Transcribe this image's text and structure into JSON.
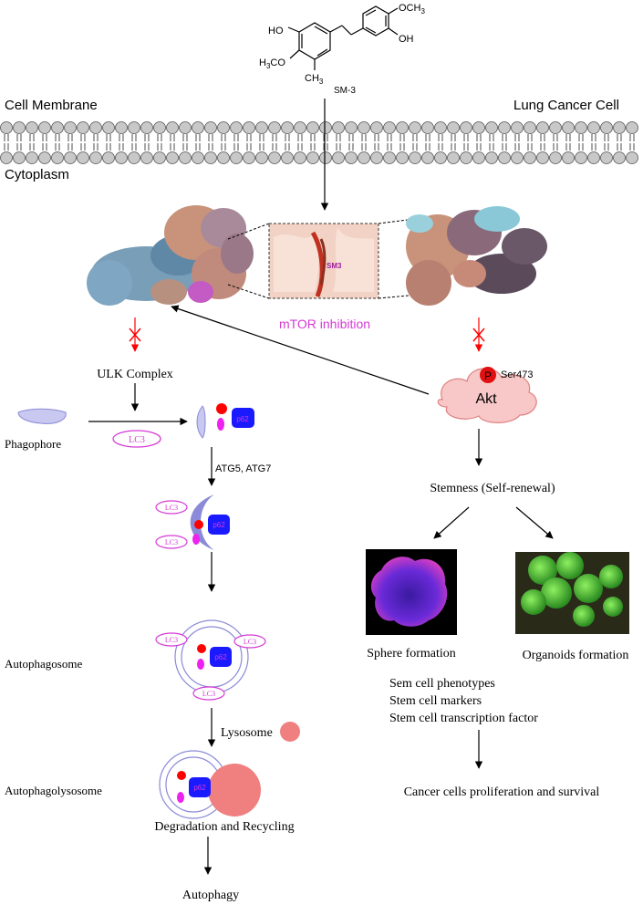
{
  "molecule": {
    "ho": "HO",
    "och3_top": "OCH",
    "oh": "OH",
    "h3co": "H",
    "ch3": "CH",
    "name": "SM-3"
  },
  "membrane": {
    "cell_membrane": "Cell Membrane",
    "lung_cancer_cell": "Lung Cancer Cell",
    "cytoplasm": "Cytoplasm"
  },
  "mtor": {
    "inset_label": "SM3",
    "inhibition": "mTOR inhibition"
  },
  "left_pathway": {
    "ulk_complex": "ULK Complex",
    "phagophore": "Phagophore",
    "lc3": "LC3",
    "p62": "p62",
    "atg": "ATG5, ATG7",
    "autophagosome": "Autophagosome",
    "lysosome": "Lysosome",
    "autophagolysosome": "Autophagolysosome",
    "degradation": "Degradation and Recycling",
    "autophagy": "Autophagy"
  },
  "right_pathway": {
    "akt": "Akt",
    "phospho": "P",
    "ser473": "Ser473",
    "stemness": "Stemness (Self-renewal)",
    "sphere": "Sphere formation",
    "organoids": "Organoids formation",
    "phenotype_list": [
      "Sem cell phenotypes",
      "Stem cell markers",
      "Stem cell transcription factor"
    ],
    "outcome": "Cancer cells proliferation and survival"
  },
  "colors": {
    "magenta": "#d63ad6",
    "blue": "#1a1aff",
    "red": "#ff0000",
    "salmon": "#f08080",
    "akt_fill": "#f8c8c8",
    "phagophore_fill": "#c8c8f0",
    "membrane_head": "#c8c8c8"
  }
}
